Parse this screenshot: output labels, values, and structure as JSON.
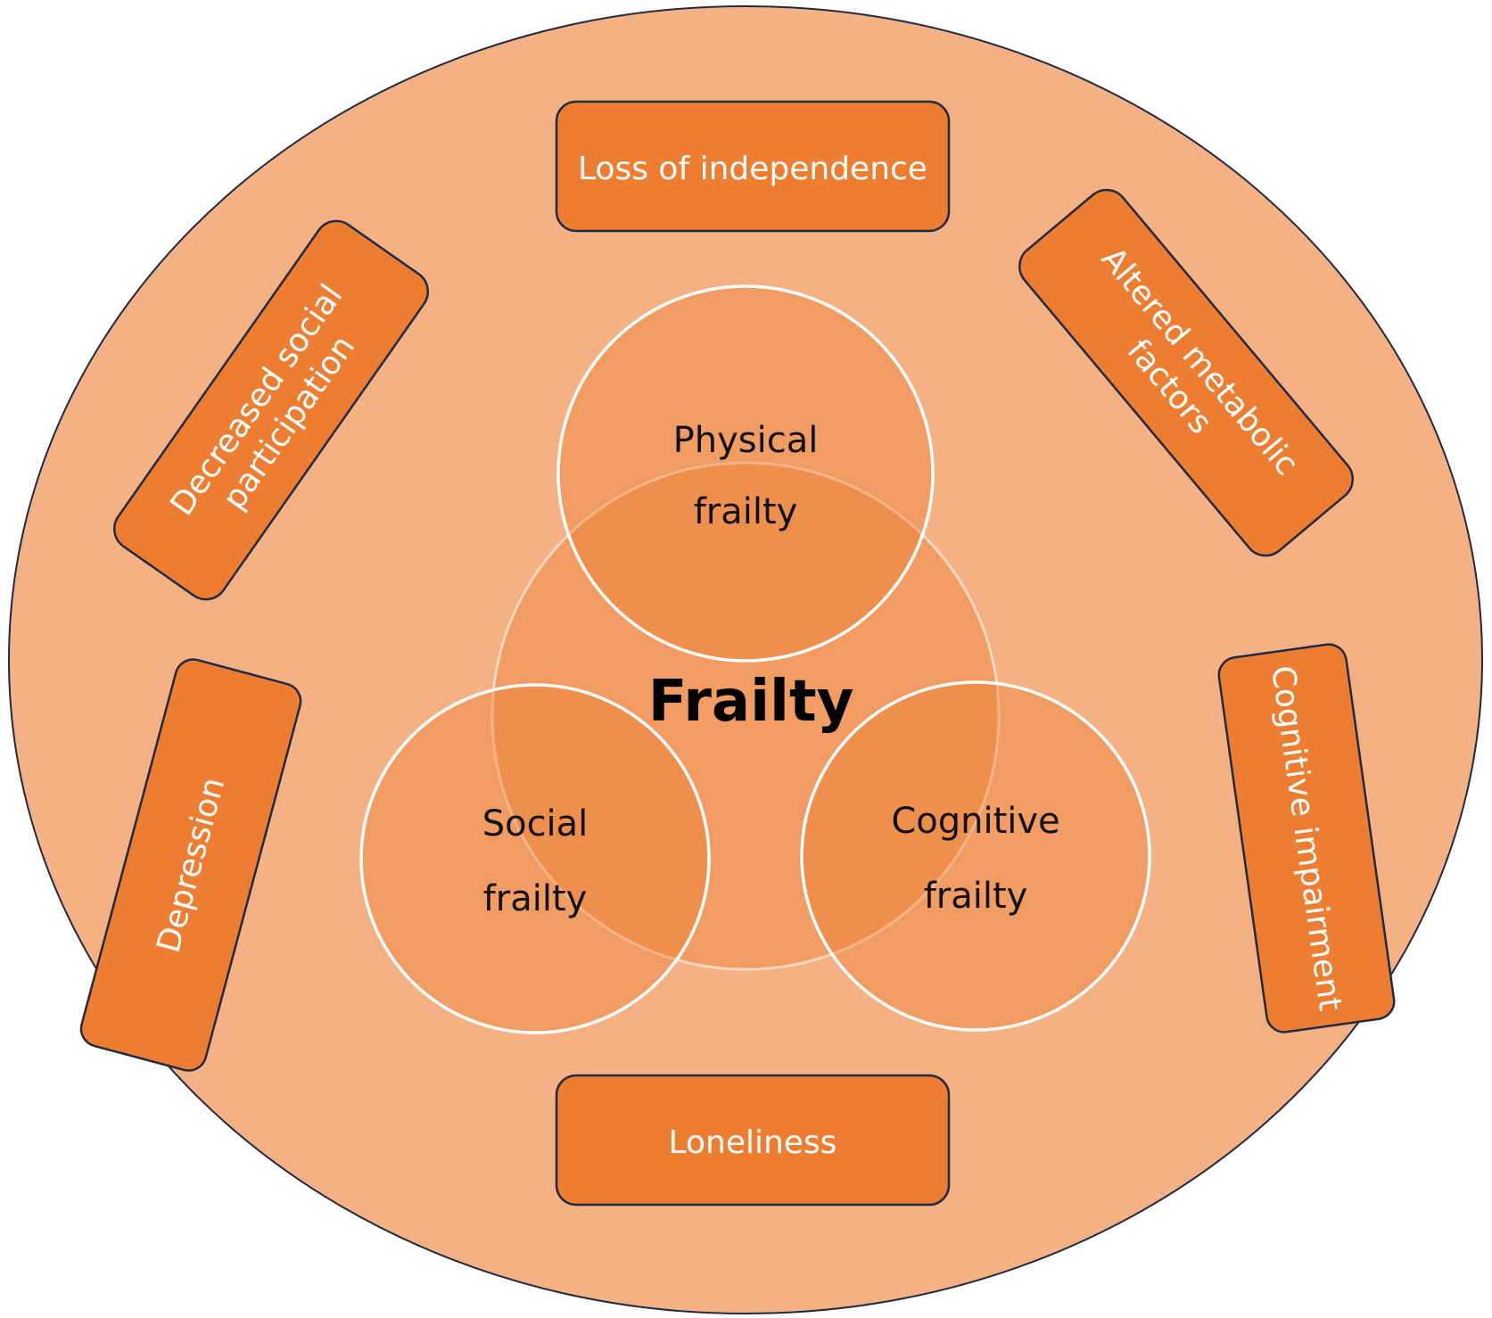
{
  "center": {
    "title": "Frailty"
  },
  "circles": {
    "physical": {
      "line1": "Physical",
      "line2": "frailty"
    },
    "social": {
      "line1": "Social",
      "line2": "frailty"
    },
    "cognitive": {
      "line1": "Cognitive",
      "line2": "frailty"
    }
  },
  "factors": {
    "loss_of_independence": {
      "line1": "Loss of independence"
    },
    "altered_metabolic": {
      "line1": "Altered metabolic",
      "line2": "factors"
    },
    "cognitive_impairment": {
      "line1": "Cognitive impairment"
    },
    "loneliness": {
      "line1": "Loneliness"
    },
    "depression": {
      "line1": "Depression"
    },
    "decreased_social": {
      "line1": "Decreased social",
      "line2": "participation"
    }
  },
  "colors": {
    "outer_fill": "#F4B183",
    "box_fill": "#ED7D31",
    "inner_circle_fill": "#ED7D31",
    "border": "#1F2A44",
    "inner_stroke": "#FFFFFF"
  }
}
